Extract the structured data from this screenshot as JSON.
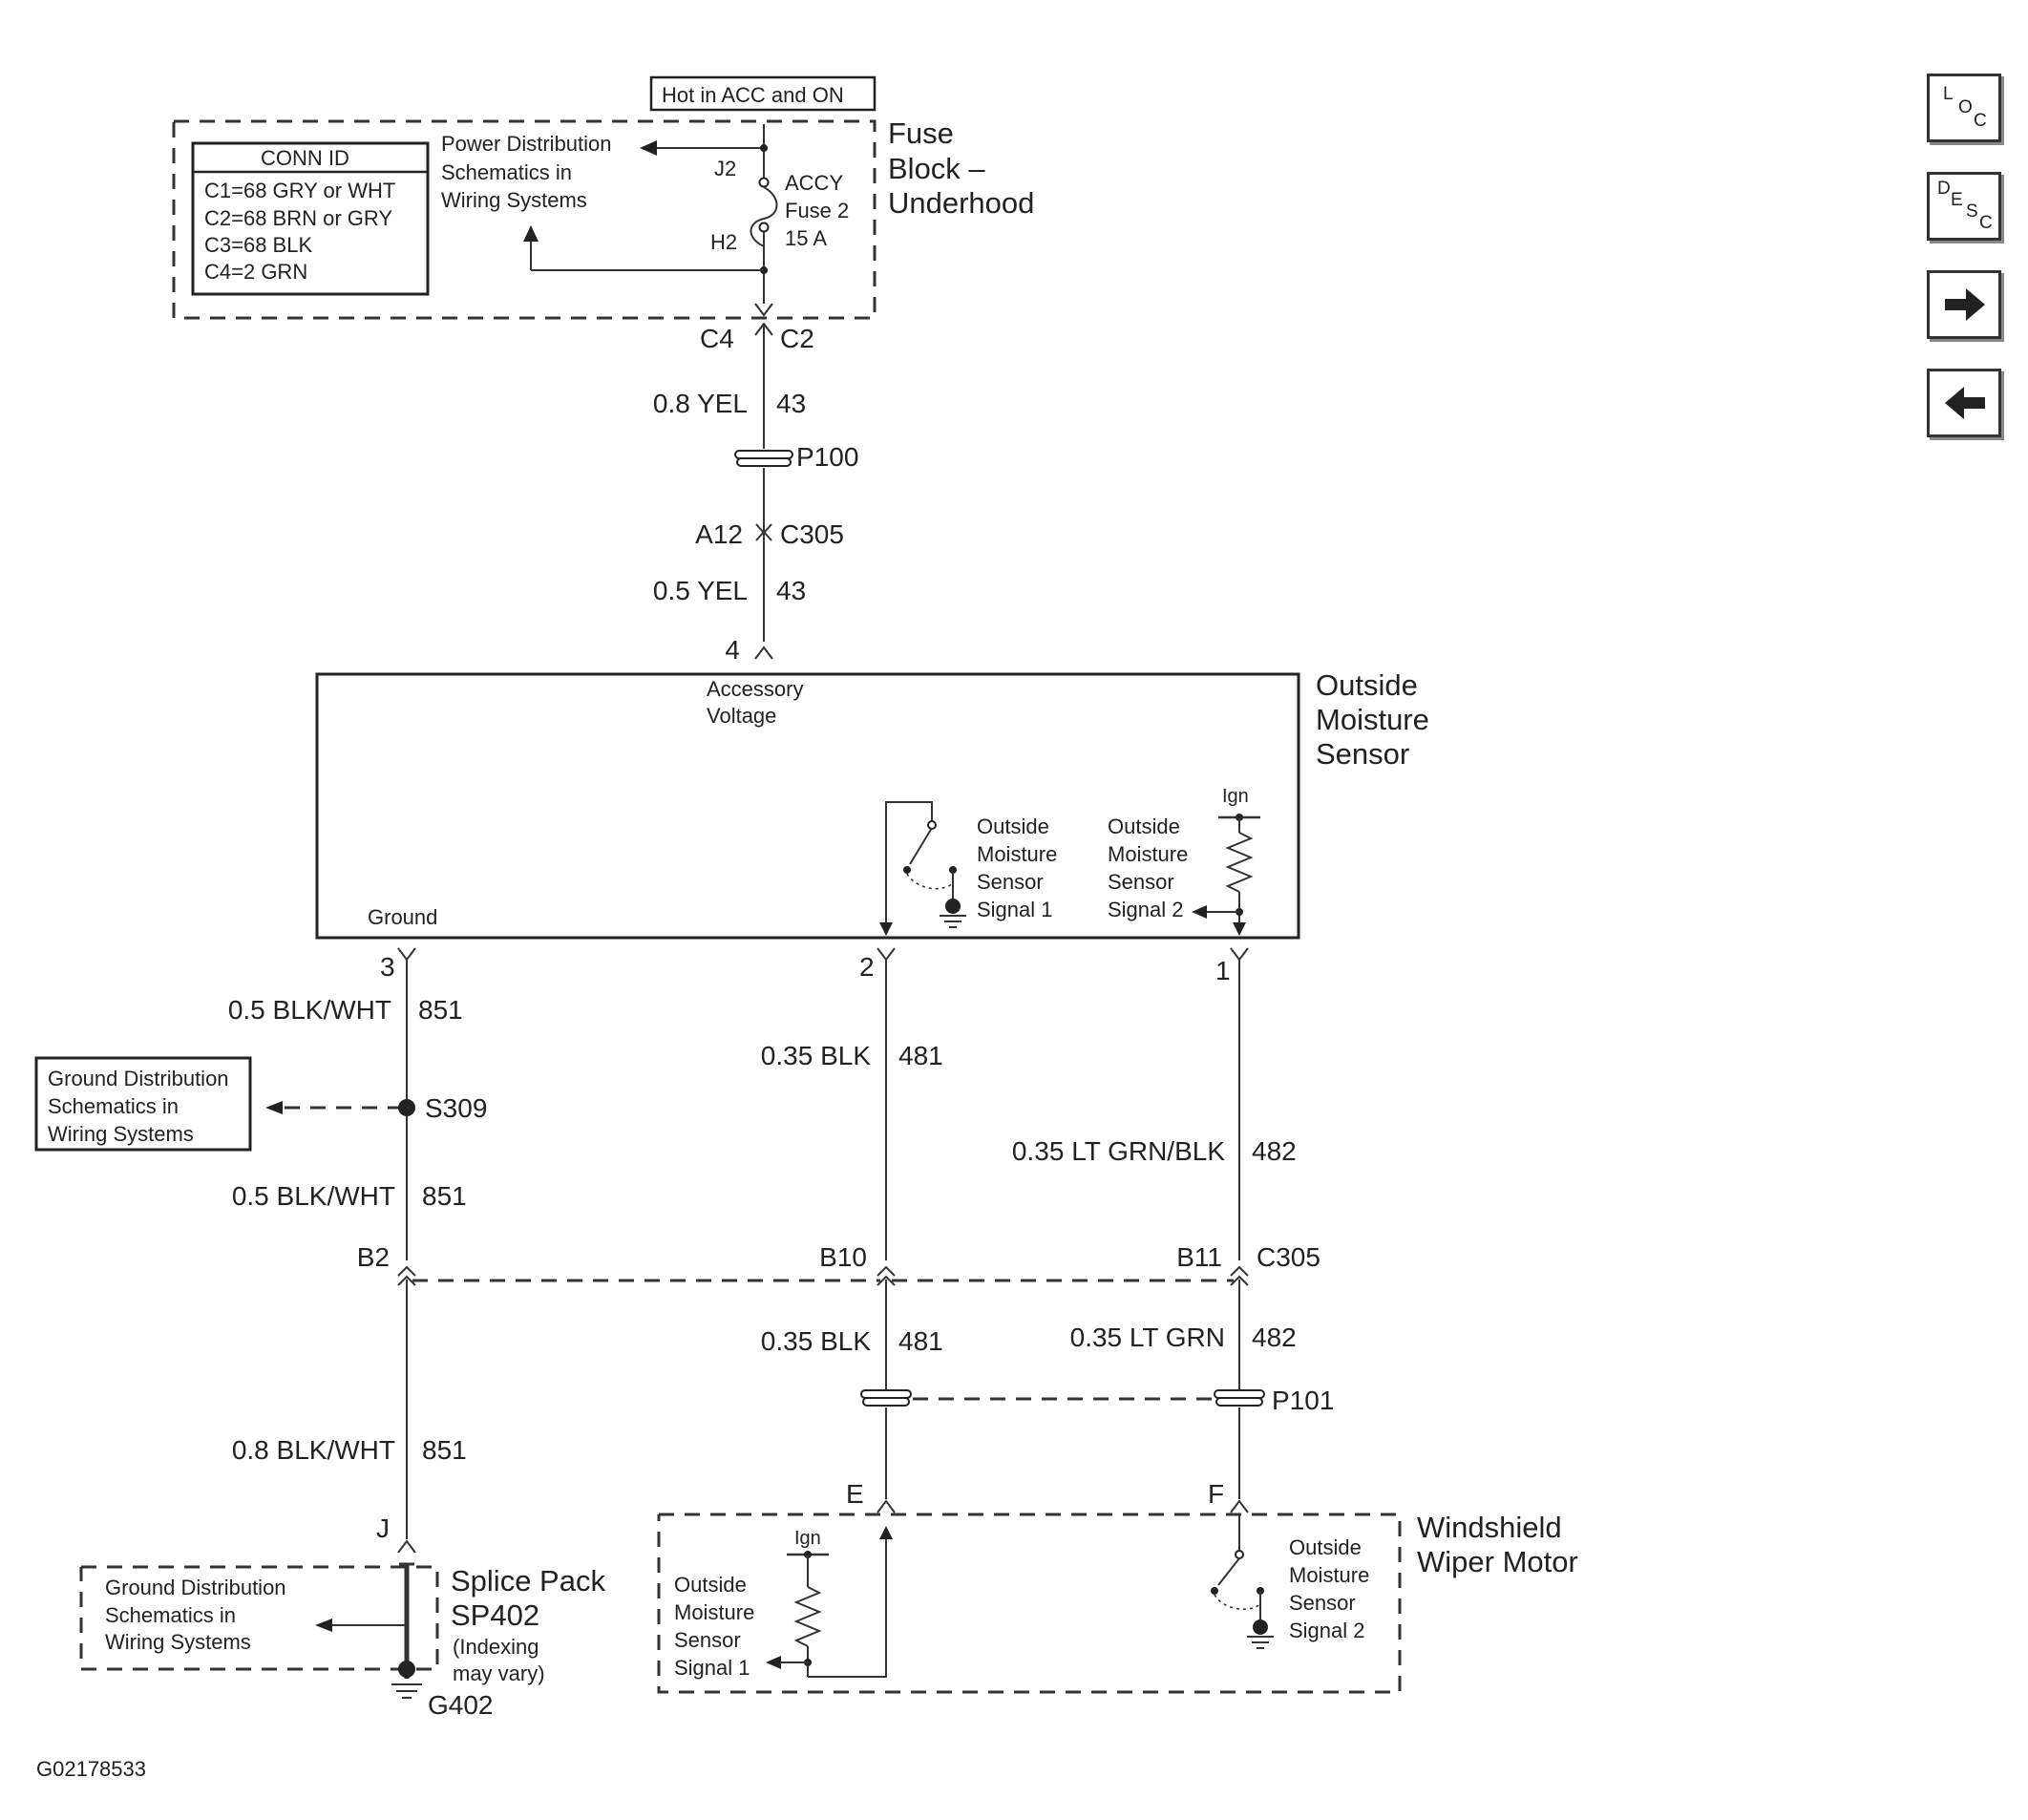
{
  "nav": {
    "loc": [
      "L",
      "O",
      "C"
    ],
    "desc": [
      "D",
      "E",
      "S",
      "C"
    ],
    "next_icon": "arrow-right-icon",
    "prev_icon": "arrow-left-icon"
  },
  "fuse_block": {
    "hot_label": "Hot in ACC and ON",
    "conn_title": "CONN ID",
    "conn_rows": [
      "C1=68 GRY or WHT",
      "C2=68 BRN or GRY",
      "C3=68 BLK",
      "C4=2 GRN"
    ],
    "ref_lines": [
      "Power Distribution",
      "Schematics in",
      "Wiring Systems"
    ],
    "pin_j2": "J2",
    "pin_h2": "H2",
    "fuse_lines": [
      "ACCY",
      "Fuse 2",
      "15 A"
    ],
    "name_lines": [
      "Fuse",
      "Block –",
      "Underhood"
    ]
  },
  "upper_feed": {
    "conn_left": "C4",
    "conn_right": "C2",
    "wire1_spec": "0.8 YEL",
    "wire1_circuit": "43",
    "pass_through": "P100",
    "conn2_pin": "A12",
    "conn2_name": "C305",
    "wire2_spec": "0.5 YEL",
    "wire2_circuit": "43",
    "sensor_pin": "4"
  },
  "sensor": {
    "name_lines": [
      "Outside",
      "Moisture",
      "Sensor"
    ],
    "voltage_lines": [
      "Accessory",
      "Voltage"
    ],
    "ground_label": "Ground",
    "ign_label": "Ign",
    "signal1_lines": [
      "Outside",
      "Moisture",
      "Sensor",
      "Signal 1"
    ],
    "signal2_lines": [
      "Outside",
      "Moisture",
      "Sensor",
      "Signal 2"
    ],
    "pin3": "3",
    "pin2": "2",
    "pin1": "1"
  },
  "ground_branch": {
    "wire1_spec": "0.5 BLK/WHT",
    "wire1_circuit": "851",
    "ref_lines": [
      "Ground Distribution",
      "Schematics in",
      "Wiring Systems"
    ],
    "splice": "S309",
    "wire2_spec": "0.5 BLK/WHT",
    "wire2_circuit": "851",
    "conn_pin": "B2",
    "wire3_spec": "0.8 BLK/WHT",
    "wire3_circuit": "851",
    "sp_pin": "J",
    "sp_ref_lines": [
      "Ground Distribution",
      "Schematics in",
      "Wiring Systems"
    ],
    "sp_name_lines": [
      "Splice Pack",
      "SP402"
    ],
    "sp_note_lines": [
      "(Indexing",
      "may vary)"
    ],
    "ground_name": "G402"
  },
  "signal1_branch": {
    "wire1_spec": "0.35 BLK",
    "wire1_circuit": "481",
    "conn_pin": "B10",
    "wire2_spec": "0.35 BLK",
    "wire2_circuit": "481",
    "motor_pin": "E"
  },
  "signal2_branch": {
    "wire1_spec": "0.35 LT GRN/BLK",
    "wire1_circuit": "482",
    "conn_pin": "B11",
    "conn_name": "C305",
    "wire2_spec": "0.35 LT GRN",
    "wire2_circuit": "482",
    "pass_through": "P101",
    "motor_pin": "F"
  },
  "wiper_motor": {
    "name_lines": [
      "Windshield",
      "Wiper Motor"
    ],
    "ign_label": "Ign",
    "signal1_lines": [
      "Outside",
      "Moisture",
      "Sensor",
      "Signal 1"
    ],
    "signal2_lines": [
      "Outside",
      "Moisture",
      "Sensor",
      "Signal 2"
    ]
  },
  "figure_id": "G02178533"
}
